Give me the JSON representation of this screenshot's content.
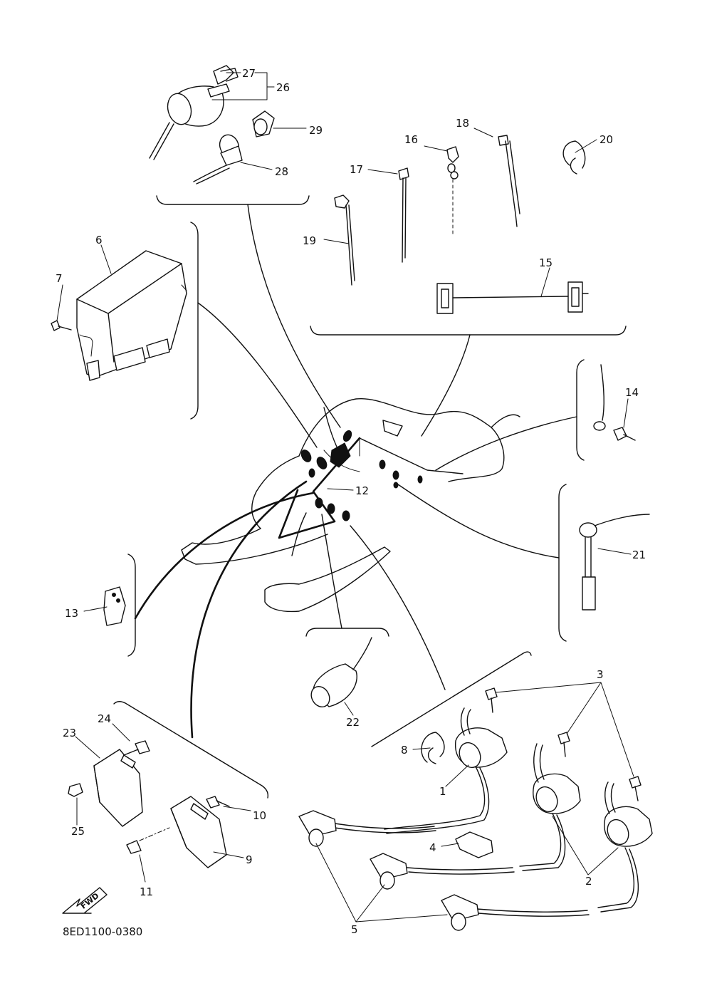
{
  "diagram": {
    "part_numbers": {
      "p1": "1",
      "p2": "2",
      "p3": "3",
      "p4": "4",
      "p5": "5",
      "p6": "6",
      "p7": "7",
      "p8": "8",
      "p9": "9",
      "p10": "10",
      "p11": "11",
      "p12": "12",
      "p13": "13",
      "p14": "14",
      "p15": "15",
      "p16": "16",
      "p17": "17",
      "p18": "18",
      "p19": "19",
      "p20": "20",
      "p21": "21",
      "p22": "22",
      "p23": "23",
      "p24": "24",
      "p25": "25",
      "p26": "26",
      "p27": "27",
      "p28": "28",
      "p29": "29"
    },
    "fwd_label": "FWD",
    "drawing_code": "8ED1100-0380"
  }
}
